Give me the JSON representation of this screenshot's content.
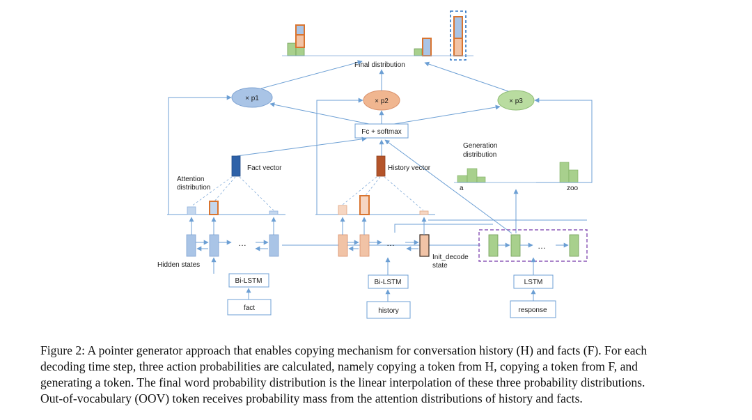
{
  "labels": {
    "final": "Final distribution",
    "p1": "× p1",
    "p2": "× p2",
    "p3": "× p3",
    "fc": "Fc + softmax",
    "fact_vector": "Fact vector",
    "history_vector": "History vector",
    "attention_line1": "Attention",
    "attention_line2": "distribution",
    "generation_line1": "Generation",
    "generation_line2": "distribution",
    "gen_a": "a",
    "gen_zoo": "zoo",
    "hidden_states": "Hidden states",
    "init_line1": "Init_decode",
    "init_line2": "state",
    "ellipsis": "…",
    "bilstm": "Bi-LSTM",
    "lstm": "LSTM",
    "in_fact": "fact",
    "in_history": "history",
    "in_response": "response"
  },
  "caption": {
    "line1": "Figure 2: A pointer generator approach that enables copying mechanism for conversation history (H) and facts (F). For each",
    "line2": "decoding time step, three action probabilities are calculated, namely copying a token from H, copying a token from F, and",
    "line3": "generating a token.  The final word probability distribution is the linear interpolation of these three probability distributions.",
    "line4": "Out-of-vocabulary (OOV) token receives probability mass from the attention distributions of history and facts."
  },
  "colors": {
    "blue": "#a9c4e6",
    "blue_dark": "#2e62a8",
    "orange": "#f1c3a6",
    "orange_dark": "#b4542a",
    "green": "#a8d08d",
    "ellipse_blue": "#a9c4e6",
    "ellipse_orange": "#f0b690",
    "ellipse_green": "#b9dca0",
    "arrow": "#6c9fd4",
    "purple": "#8e5bb8"
  }
}
